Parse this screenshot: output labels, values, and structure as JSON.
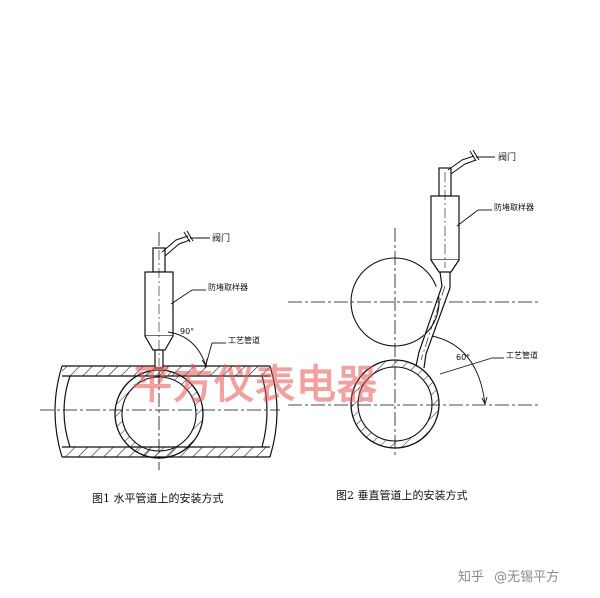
{
  "figure1": {
    "caption": "图1 水平管道上的安装方式",
    "label_valve": "阀门",
    "label_sampler": "防堵取样器",
    "label_pipe": "工艺管道",
    "angle": "90°"
  },
  "figure2": {
    "caption": "图2 垂直管道上的安装方式",
    "label_valve": "阀门",
    "label_sampler": "防堵取样器",
    "label_pipe": "工艺管道",
    "angle": "60°"
  },
  "watermark": "平方仪表电器",
  "footer": {
    "zhihu": "知乎",
    "author": "@无锡平方"
  }
}
